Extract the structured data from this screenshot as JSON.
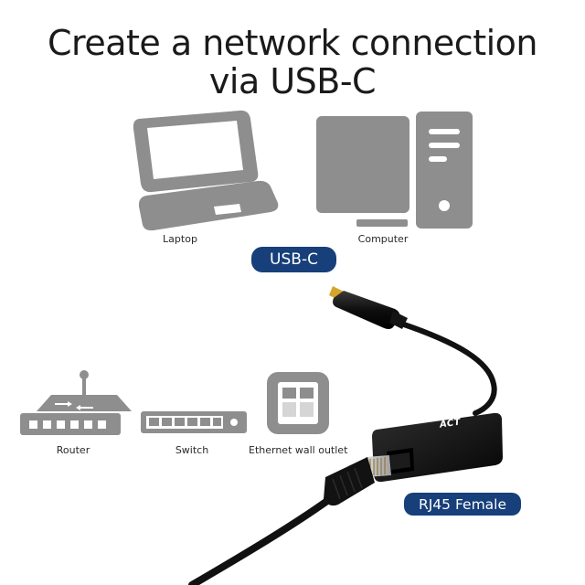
{
  "title": {
    "line1": "Create a network connection",
    "line2": "via USB-C"
  },
  "devices": {
    "laptop": {
      "label": "Laptop",
      "icon": "laptop-icon"
    },
    "computer": {
      "label": "Computer",
      "icon": "desktop-computer-icon"
    },
    "router": {
      "label": "Router",
      "icon": "router-icon"
    },
    "switch": {
      "label": "Switch",
      "icon": "network-switch-icon"
    },
    "wall_outlet": {
      "label": "Ethernet wall outlet",
      "icon": "ethernet-wall-outlet-icon"
    }
  },
  "badges": {
    "usb_c": "USB-C",
    "rj45": "RJ45 Female"
  },
  "product": {
    "brand_mark": "ACT"
  },
  "colors": {
    "icon_gray": "#8e8e8e",
    "badge_blue": "#173f7a",
    "cable_black": "#111111"
  }
}
